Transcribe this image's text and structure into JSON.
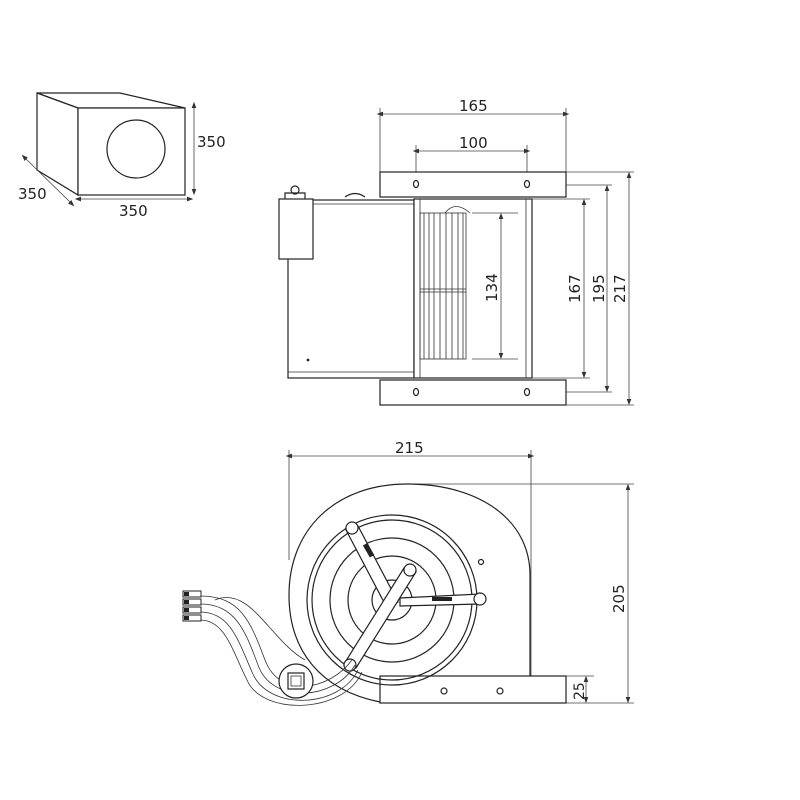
{
  "box_dims": {
    "height": "350",
    "depth": "350",
    "width": "350"
  },
  "top_view": {
    "bracket_width": "165",
    "hole_spacing": "100",
    "blade_height": "134",
    "inner_height": "167",
    "frame_height": "195",
    "overall_height": "217"
  },
  "side_view": {
    "overall_width": "215",
    "overall_height": "205",
    "flange_height": "25"
  },
  "colors": {
    "line": "#222222",
    "background": "#ffffff"
  }
}
